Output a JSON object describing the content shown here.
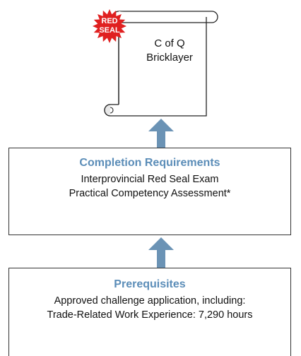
{
  "seal": {
    "text_line1": "RED",
    "text_line2": "SEAL",
    "color": "#e02020"
  },
  "certificate": {
    "line1": "C of Q",
    "line2": "Bricklayer"
  },
  "arrow_color": "#6b93b5",
  "completion": {
    "title": "Completion Requirements",
    "items": [
      "Interprovincial Red Seal Exam",
      "Practical Competency Assessment*"
    ]
  },
  "prerequisites": {
    "title": "Prerequisites",
    "items": [
      "Approved challenge application, including:",
      "Trade-Related Work Experience: 7,290 hours"
    ]
  }
}
